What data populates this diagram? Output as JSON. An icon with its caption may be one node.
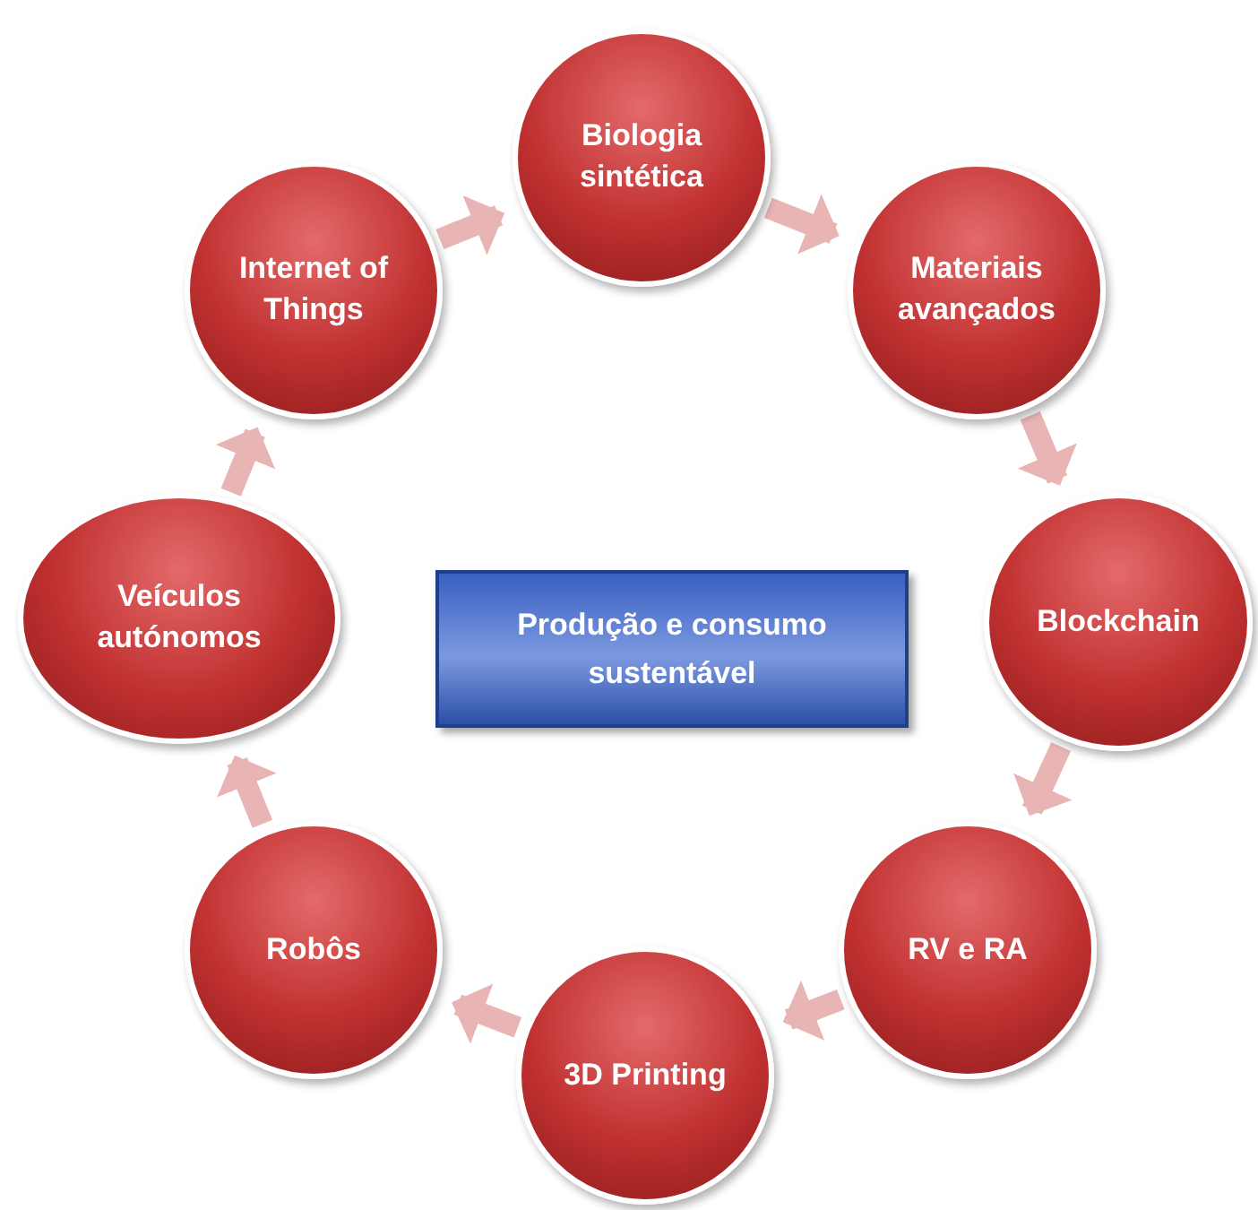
{
  "diagram": {
    "nodes": [
      {
        "text": [
          "Produção e consumo sustentável"
        ]
      },
      {
        "text": [
          "Biologia sintética"
        ]
      },
      {
        "text": [
          "Materiais avançados"
        ]
      },
      {
        "text": [
          "Blockchain"
        ]
      },
      {
        "text": [
          "RV e RA"
        ]
      },
      {
        "text": [
          "3D Printing"
        ]
      },
      {
        "text": [
          "Robôs"
        ]
      },
      {
        "text": [
          "Veículos autónomos"
        ]
      },
      {
        "text": [
          "Internet of Things"
        ]
      }
    ],
    "edges": [
      {
        "from": 1,
        "to": 2,
        "arrow": "to"
      },
      {
        "from": 2,
        "to": 3,
        "arrow": "to"
      },
      {
        "from": 3,
        "to": 4,
        "arrow": "to"
      },
      {
        "from": 4,
        "to": 5,
        "arrow": "to"
      },
      {
        "from": 5,
        "to": 6,
        "arrow": "to"
      },
      {
        "from": 6,
        "to": 7,
        "arrow": "to"
      },
      {
        "from": 7,
        "to": 8,
        "arrow": "to"
      },
      {
        "from": 8,
        "to": 1,
        "arrow": "to"
      }
    ]
  }
}
